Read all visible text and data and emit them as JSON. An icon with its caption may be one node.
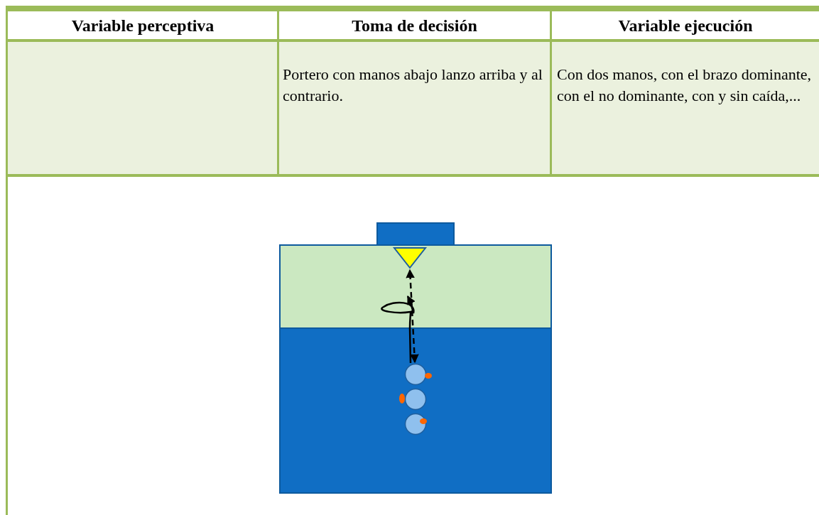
{
  "diagram": {
    "nodes": [
      {
        "text": [],
        "shape": "triangle"
      },
      {
        "text": [],
        "shape": "circle"
      },
      {
        "text": [],
        "shape": "circle"
      },
      {
        "text": [],
        "shape": "circle"
      }
    ],
    "edges": [
      {
        "from": 1,
        "to": 0,
        "arrow": "both",
        "style": "dashed"
      },
      {
        "from": 1,
        "to": null,
        "arrow": "to"
      }
    ],
    "labels": [
      "Variable perceptiva",
      "Toma de decisión",
      "Variable ejecución",
      "Portero con manos abajo lanzo arriba y al contrario.",
      "Con dos manos, con el brazo dominante, con el no dominante, con y sin caída,..."
    ]
  }
}
